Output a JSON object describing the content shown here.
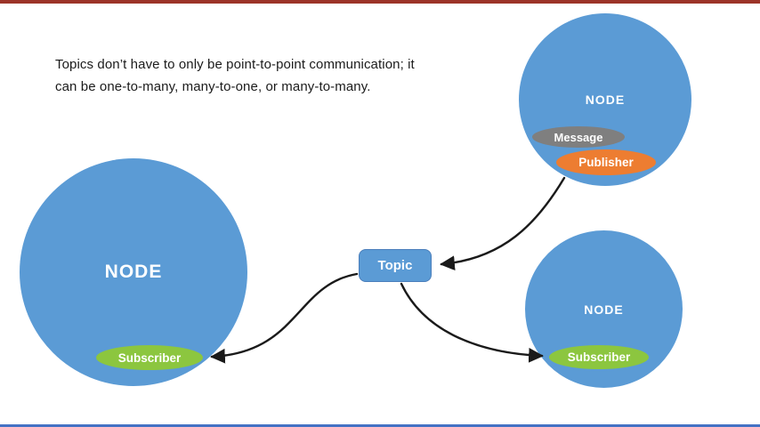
{
  "caption": {
    "line1": "Topics don’t have to only be point-to-point communication; it",
    "line2": "can be one-to-many, many-to-one, or many-to-many."
  },
  "topic_box": {
    "label": "Topic"
  },
  "left_node": {
    "label": "NODE",
    "subscriber_label": "Subscriber"
  },
  "top_right_node": {
    "label": "NODE",
    "message_label": "Message",
    "publisher_label": "Publisher"
  },
  "bottom_right_node": {
    "label": "NODE",
    "subscriber_label": "Subscriber"
  },
  "colors": {
    "node_blue": "#5B9BD5",
    "green": "#8CC63F",
    "orange": "#ED7D31",
    "gray": "#7F7F7F",
    "arrow": "#1A1A1A",
    "top_bar": "#9C3428",
    "bottom_bar": "#4472C4"
  }
}
